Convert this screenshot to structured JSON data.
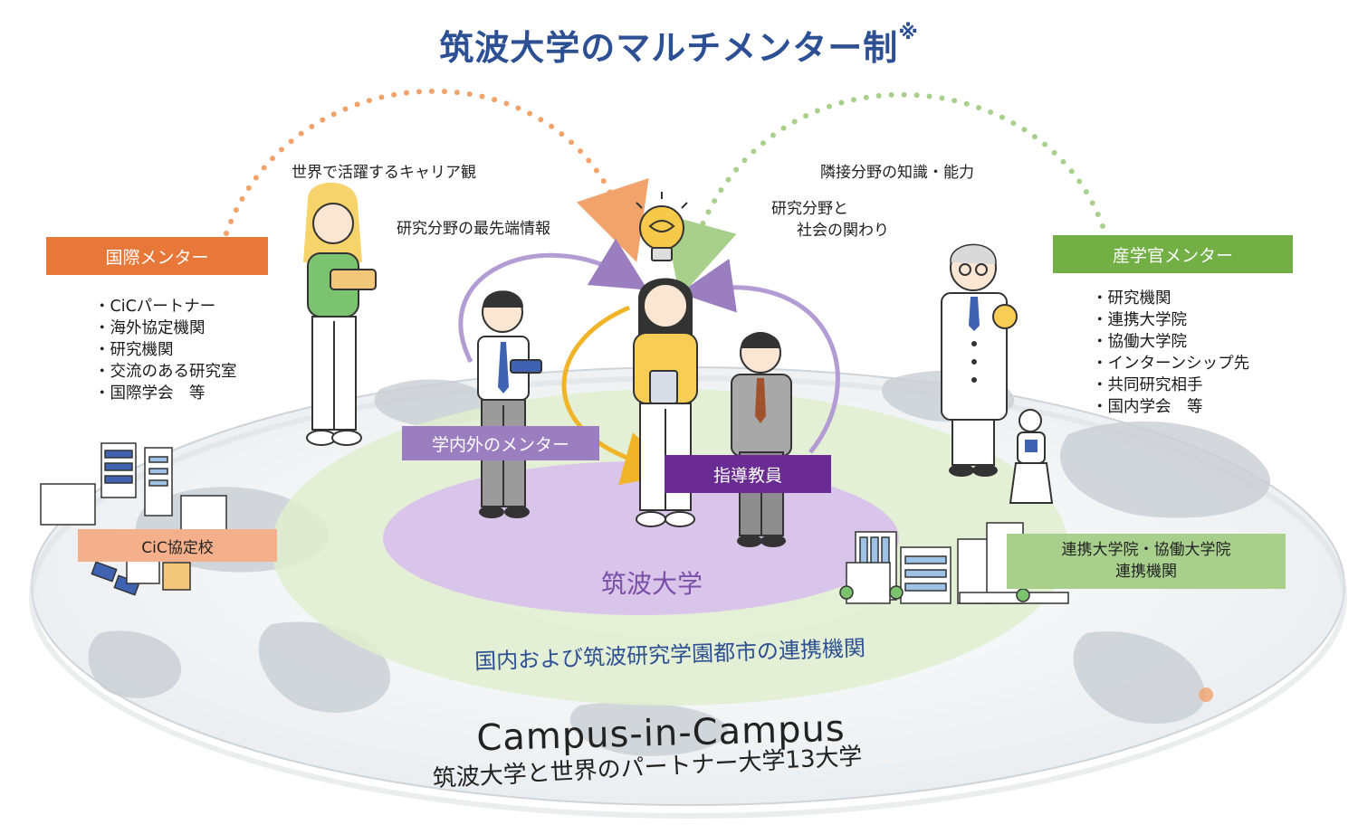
{
  "title": "筑波大学のマルチメンター制",
  "title_mark": "※",
  "arc_labels": {
    "left_top": "世界で活躍するキャリア観",
    "left_mid": "研究分野の最先端情報",
    "right_top": "隣接分野の知識・能力",
    "right_mid_1": "研究分野と",
    "right_mid_2": "社会の関わり"
  },
  "international_mentor": {
    "label": "国際メンター",
    "items": [
      "CiCパートナー",
      "海外協定機関",
      "研究機関",
      "交流のある研究室",
      "国際学会　等"
    ]
  },
  "industry_mentor": {
    "label": "産学官メンター",
    "items": [
      "研究機関",
      "連携大学院",
      "協働大学院",
      "インターンシップ先",
      "共同研究相手",
      "国内学会　等"
    ]
  },
  "campus_mentor_label": "学内外のメンター",
  "advisor_label": "指導教員",
  "cic_school_label": "CiC協定校",
  "partner_inst_label_1": "連携大学院・協働大学院",
  "partner_inst_label_2": "連携機関",
  "university_label": "筑波大学",
  "partner_region_label": "国内および筑波研究学園都市の連携機関",
  "campus_en": "Campus-in-Campus",
  "campus_jp": "筑波大学と世界のパートナー大学13大学",
  "colors": {
    "title": "#2d4f93",
    "international": "#e8773a",
    "industry": "#72b046",
    "campus_mentor": "#9a7ec0",
    "advisor": "#6a2b92",
    "cic": "#f4b08a",
    "partner_green": "#a8d08c",
    "university_ellipse": "#d9c5ea",
    "region_ellipse": "#e0efcf"
  }
}
